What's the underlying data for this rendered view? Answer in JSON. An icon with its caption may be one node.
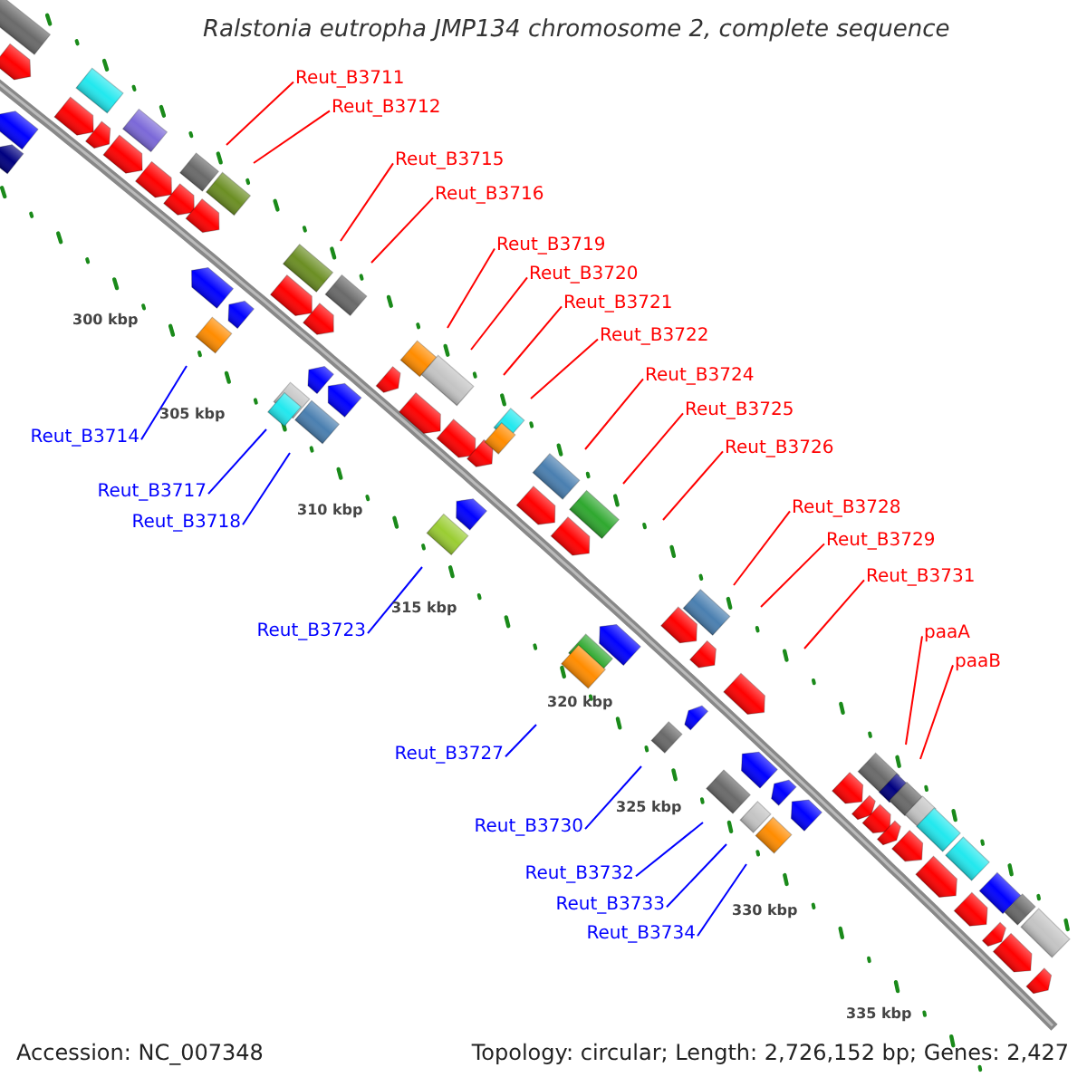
{
  "diagram": {
    "title": "Ralstonia eutropha JMP134 chromosome 2, complete sequence",
    "nodes": [
      {
        "text": [
          "Reut_B3711"
        ]
      },
      {
        "text": [
          "Reut_B3712"
        ]
      },
      {
        "text": [
          "Reut_B3715"
        ]
      },
      {
        "text": [
          "Reut_B3716"
        ]
      },
      {
        "text": [
          "Reut_B3719"
        ]
      },
      {
        "text": [
          "Reut_B3720"
        ]
      },
      {
        "text": [
          "Reut_B3721"
        ]
      },
      {
        "text": [
          "Reut_B3722"
        ]
      },
      {
        "text": [
          "Reut_B3724"
        ]
      },
      {
        "text": [
          "Reut_B3725"
        ]
      },
      {
        "text": [
          "Reut_B3726"
        ]
      },
      {
        "text": [
          "Reut_B3728"
        ]
      },
      {
        "text": [
          "Reut_B3729"
        ]
      },
      {
        "text": [
          "Reut_B3731"
        ]
      },
      {
        "text": [
          "paaA"
        ]
      },
      {
        "text": [
          "paaB"
        ]
      },
      {
        "text": [
          "Reut_B3714"
        ]
      },
      {
        "text": [
          "Reut_B3717"
        ]
      },
      {
        "text": [
          "Reut_B3718"
        ]
      },
      {
        "text": [
          "Reut_B3723"
        ]
      },
      {
        "text": [
          "Reut_B3727"
        ]
      },
      {
        "text": [
          "Reut_B3730"
        ]
      },
      {
        "text": [
          "Reut_B3732"
        ]
      },
      {
        "text": [
          "Reut_B3733"
        ]
      },
      {
        "text": [
          "Reut_B3734"
        ]
      }
    ],
    "edges": [
      {
        "from": 0,
        "to": null,
        "arrow": "none"
      },
      {
        "from": 1,
        "to": null,
        "arrow": "none"
      },
      {
        "from": 2,
        "to": null,
        "arrow": "none"
      },
      {
        "from": 3,
        "to": null,
        "arrow": "none"
      },
      {
        "from": 4,
        "to": null,
        "arrow": "none"
      },
      {
        "from": 5,
        "to": null,
        "arrow": "none"
      },
      {
        "from": 6,
        "to": null,
        "arrow": "none"
      },
      {
        "from": 7,
        "to": null,
        "arrow": "none"
      },
      {
        "from": 8,
        "to": null,
        "arrow": "none"
      },
      {
        "from": 9,
        "to": null,
        "arrow": "none"
      },
      {
        "from": 10,
        "to": null,
        "arrow": "none"
      },
      {
        "from": 11,
        "to": null,
        "arrow": "none"
      },
      {
        "from": 12,
        "to": null,
        "arrow": "none"
      },
      {
        "from": 13,
        "to": null,
        "arrow": "none"
      },
      {
        "from": 14,
        "to": null,
        "arrow": "none"
      },
      {
        "from": 15,
        "to": null,
        "arrow": "none"
      },
      {
        "from": 16,
        "to": null,
        "arrow": "none",
        "color": "#0000ff"
      },
      {
        "from": 17,
        "to": null,
        "arrow": "none",
        "color": "#0000ff"
      },
      {
        "from": 18,
        "to": null,
        "arrow": "none",
        "color": "#0000ff"
      },
      {
        "from": 19,
        "to": null,
        "arrow": "none",
        "color": "#0000ff"
      },
      {
        "from": 20,
        "to": null,
        "arrow": "none",
        "color": "#0000ff"
      },
      {
        "from": 21,
        "to": null,
        "arrow": "none",
        "color": "#0000ff"
      },
      {
        "from": 22,
        "to": null,
        "arrow": "none",
        "color": "#0000ff"
      },
      {
        "from": 23,
        "to": null,
        "arrow": "none",
        "color": "#0000ff"
      },
      {
        "from": 24,
        "to": null,
        "arrow": "none",
        "color": "#0000ff"
      }
    ],
    "labels": [
      "300 kbp",
      "305 kbp",
      "310 kbp",
      "315 kbp",
      "320 kbp",
      "325 kbp",
      "330 kbp",
      "335 kbp",
      "Accession: NC_007348",
      "Topology: circular; Length: 2,726,152 bp; Genes: 2,427"
    ]
  }
}
